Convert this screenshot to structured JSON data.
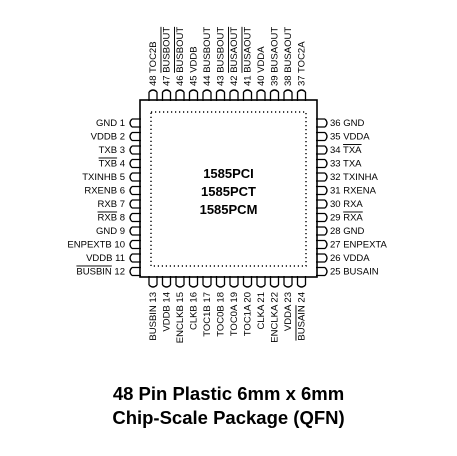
{
  "chip": {
    "part_numbers": [
      "1585PCI",
      "1585PCT",
      "1585PCM"
    ]
  },
  "pins": {
    "left": [
      {
        "num": "1",
        "name": "GND",
        "overline": false
      },
      {
        "num": "2",
        "name": "VDDB",
        "overline": false
      },
      {
        "num": "3",
        "name": "TXB",
        "overline": false
      },
      {
        "num": "4",
        "name": "TXB",
        "overline": true
      },
      {
        "num": "5",
        "name": "TXINHB",
        "overline": false
      },
      {
        "num": "6",
        "name": "RXENB",
        "overline": false
      },
      {
        "num": "7",
        "name": "RXB",
        "overline": false
      },
      {
        "num": "8",
        "name": "RXB",
        "overline": true
      },
      {
        "num": "9",
        "name": "GND",
        "overline": false
      },
      {
        "num": "10",
        "name": "ENPEXTB",
        "overline": false
      },
      {
        "num": "11",
        "name": "VDDB",
        "overline": false
      },
      {
        "num": "12",
        "name": "BUSBIN",
        "overline": true
      }
    ],
    "bottom": [
      {
        "num": "13",
        "name": "BUSBIN",
        "overline": false
      },
      {
        "num": "14",
        "name": "VDDB",
        "overline": false
      },
      {
        "num": "15",
        "name": "ENCLKB",
        "overline": false
      },
      {
        "num": "16",
        "name": "CLKB",
        "overline": false
      },
      {
        "num": "17",
        "name": "TOC1B",
        "overline": false
      },
      {
        "num": "18",
        "name": "TOC0B",
        "overline": false
      },
      {
        "num": "19",
        "name": "TOC0A",
        "overline": false
      },
      {
        "num": "20",
        "name": "TOC1A",
        "overline": false
      },
      {
        "num": "21",
        "name": "CLKA",
        "overline": false
      },
      {
        "num": "22",
        "name": "ENCLKA",
        "overline": false
      },
      {
        "num": "23",
        "name": "VDDA",
        "overline": false
      },
      {
        "num": "24",
        "name": "BUSAIN",
        "overline": true
      }
    ],
    "right": [
      {
        "num": "25",
        "name": "BUSAIN",
        "overline": false
      },
      {
        "num": "26",
        "name": "VDDA",
        "overline": false
      },
      {
        "num": "27",
        "name": "ENPEXTA",
        "overline": false
      },
      {
        "num": "28",
        "name": "GND",
        "overline": false
      },
      {
        "num": "29",
        "name": "RXA",
        "overline": true
      },
      {
        "num": "30",
        "name": "RXA",
        "overline": false
      },
      {
        "num": "31",
        "name": "RXENA",
        "overline": false
      },
      {
        "num": "32",
        "name": "TXINHA",
        "overline": false
      },
      {
        "num": "33",
        "name": "TXA",
        "overline": false
      },
      {
        "num": "34",
        "name": "TXA",
        "overline": true
      },
      {
        "num": "35",
        "name": "VDDA",
        "overline": false
      },
      {
        "num": "36",
        "name": "GND",
        "overline": false
      }
    ],
    "top": [
      {
        "num": "37",
        "name": "TOC2A",
        "overline": false
      },
      {
        "num": "38",
        "name": "BUSAOUT",
        "overline": false
      },
      {
        "num": "39",
        "name": "BUSAOUT",
        "overline": false
      },
      {
        "num": "40",
        "name": "VDDA",
        "overline": false
      },
      {
        "num": "41",
        "name": "BUSAOUT",
        "overline": true
      },
      {
        "num": "42",
        "name": "BUSAOUT",
        "overline": true
      },
      {
        "num": "43",
        "name": "BUSBOUT",
        "overline": false
      },
      {
        "num": "44",
        "name": "BUSBOUT",
        "overline": false
      },
      {
        "num": "45",
        "name": "VDDB",
        "overline": false
      },
      {
        "num": "46",
        "name": "BUSBOUT",
        "overline": true
      },
      {
        "num": "47",
        "name": "BUSBOUT",
        "overline": true
      },
      {
        "num": "48",
        "name": "TOC2B",
        "overline": false
      }
    ]
  },
  "caption": {
    "line1": "48 Pin Plastic 6mm x 6mm",
    "line2": "Chip-Scale Package (QFN)"
  }
}
